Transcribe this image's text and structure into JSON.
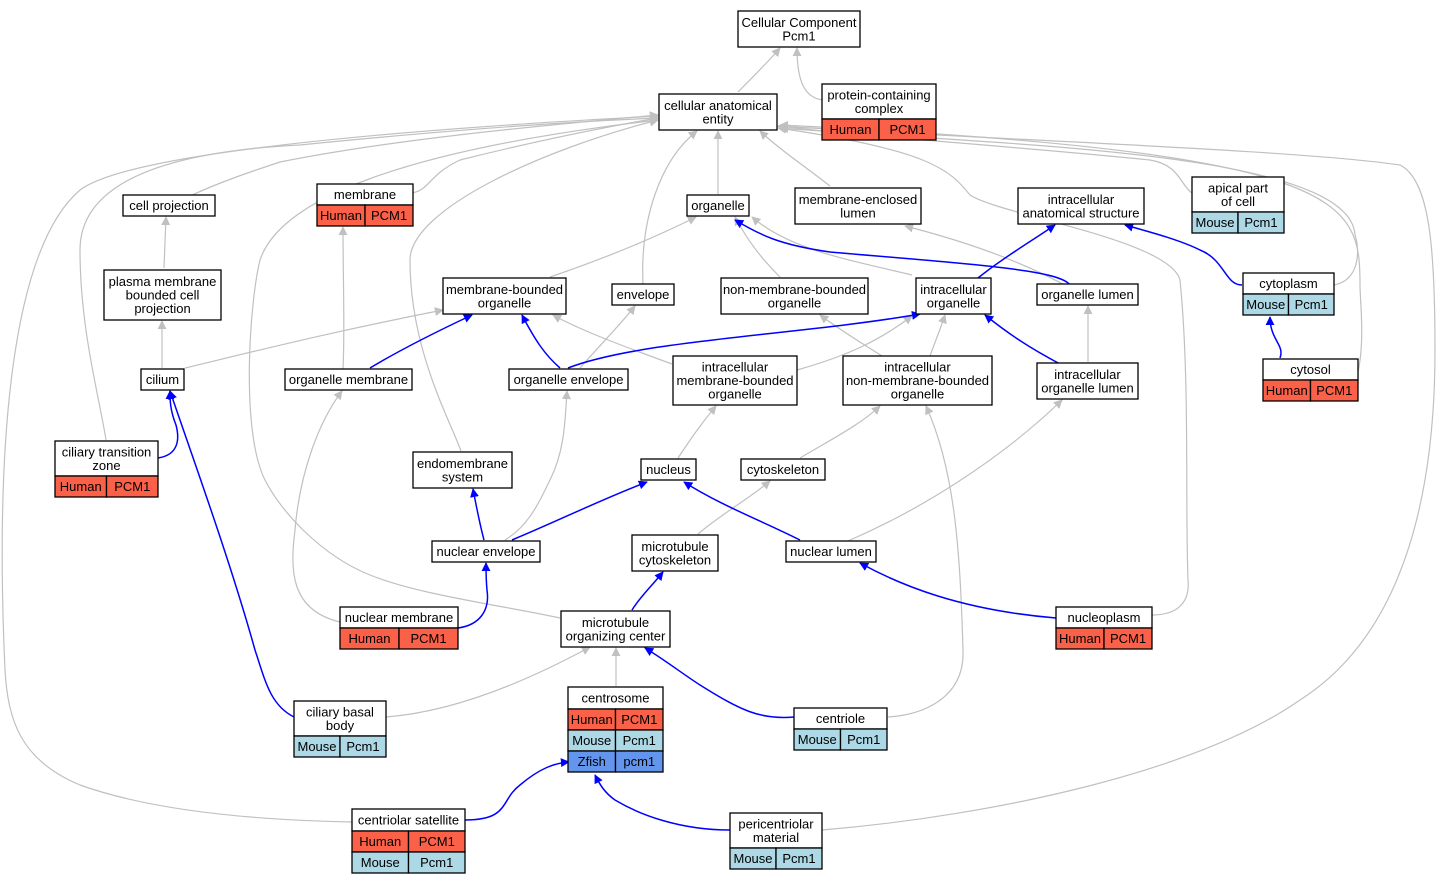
{
  "colors": {
    "human": "#fa6148",
    "mouse": "#add8e6",
    "zfish": "#6495ed",
    "edge_blue": "#0000ff",
    "edge_gray": "#c0c0c0"
  },
  "nodes": [
    {
      "id": "cc",
      "lines": [
        "Cellular Component",
        "Pcm1"
      ],
      "orth": []
    },
    {
      "id": "cae",
      "lines": [
        "cellular anatomical",
        "entity"
      ],
      "orth": []
    },
    {
      "id": "pcc",
      "lines": [
        "protein-containing",
        "complex"
      ],
      "orth": [
        {
          "sp": "Human",
          "gene": "PCM1"
        }
      ]
    },
    {
      "id": "cp",
      "lines": [
        "cell projection"
      ],
      "orth": []
    },
    {
      "id": "mem",
      "lines": [
        "membrane"
      ],
      "orth": [
        {
          "sp": "Human",
          "gene": "PCM1"
        }
      ]
    },
    {
      "id": "org",
      "lines": [
        "organelle"
      ],
      "orth": []
    },
    {
      "id": "mel",
      "lines": [
        "membrane-enclosed",
        "lumen"
      ],
      "orth": []
    },
    {
      "id": "ias",
      "lines": [
        "intracellular",
        "anatomical structure"
      ],
      "orth": []
    },
    {
      "id": "apc",
      "lines": [
        "apical part",
        "of cell"
      ],
      "orth": [
        {
          "sp": "Mouse",
          "gene": "Pcm1"
        }
      ]
    },
    {
      "id": "pmbcp",
      "lines": [
        "plasma membrane",
        "bounded cell",
        "projection"
      ],
      "orth": []
    },
    {
      "id": "mbo",
      "lines": [
        "membrane-bounded",
        "organelle"
      ],
      "orth": []
    },
    {
      "id": "env",
      "lines": [
        "envelope"
      ],
      "orth": []
    },
    {
      "id": "nmbo",
      "lines": [
        "non-membrane-bounded",
        "organelle"
      ],
      "orth": []
    },
    {
      "id": "io",
      "lines": [
        "intracellular",
        "organelle"
      ],
      "orth": []
    },
    {
      "id": "ol",
      "lines": [
        "organelle lumen"
      ],
      "orth": []
    },
    {
      "id": "cyto",
      "lines": [
        "cytoplasm"
      ],
      "orth": [
        {
          "sp": "Mouse",
          "gene": "Pcm1"
        }
      ]
    },
    {
      "id": "cil",
      "lines": [
        "cilium"
      ],
      "orth": []
    },
    {
      "id": "om",
      "lines": [
        "organelle membrane"
      ],
      "orth": []
    },
    {
      "id": "oe",
      "lines": [
        "organelle envelope"
      ],
      "orth": []
    },
    {
      "id": "imbo",
      "lines": [
        "intracellular",
        "membrane-bounded",
        "organelle"
      ],
      "orth": []
    },
    {
      "id": "inmbo",
      "lines": [
        "intracellular",
        "non-membrane-bounded",
        "organelle"
      ],
      "orth": []
    },
    {
      "id": "iol",
      "lines": [
        "intracellular",
        "organelle lumen"
      ],
      "orth": []
    },
    {
      "id": "cytosol",
      "lines": [
        "cytosol"
      ],
      "orth": [
        {
          "sp": "Human",
          "gene": "PCM1"
        }
      ]
    },
    {
      "id": "ctz",
      "lines": [
        "ciliary transition",
        "zone"
      ],
      "orth": [
        {
          "sp": "Human",
          "gene": "PCM1"
        }
      ]
    },
    {
      "id": "ems",
      "lines": [
        "endomembrane",
        "system"
      ],
      "orth": []
    },
    {
      "id": "nuc",
      "lines": [
        "nucleus"
      ],
      "orth": []
    },
    {
      "id": "csk",
      "lines": [
        "cytoskeleton"
      ],
      "orth": []
    },
    {
      "id": "ne",
      "lines": [
        "nuclear envelope"
      ],
      "orth": []
    },
    {
      "id": "mtc",
      "lines": [
        "microtubule",
        "cytoskeleton"
      ],
      "orth": []
    },
    {
      "id": "nl",
      "lines": [
        "nuclear lumen"
      ],
      "orth": []
    },
    {
      "id": "nm",
      "lines": [
        "nuclear membrane"
      ],
      "orth": [
        {
          "sp": "Human",
          "gene": "PCM1"
        }
      ]
    },
    {
      "id": "mtoc",
      "lines": [
        "microtubule",
        "organizing center"
      ],
      "orth": []
    },
    {
      "id": "np",
      "lines": [
        "nucleoplasm"
      ],
      "orth": [
        {
          "sp": "Human",
          "gene": "PCM1"
        }
      ]
    },
    {
      "id": "cbb",
      "lines": [
        "ciliary basal",
        "body"
      ],
      "orth": [
        {
          "sp": "Mouse",
          "gene": "Pcm1"
        }
      ]
    },
    {
      "id": "cs",
      "lines": [
        "centrosome"
      ],
      "orth": [
        {
          "sp": "Human",
          "gene": "PCM1"
        },
        {
          "sp": "Mouse",
          "gene": "Pcm1"
        },
        {
          "sp": "Zfish",
          "gene": "pcm1"
        }
      ]
    },
    {
      "id": "cent",
      "lines": [
        "centriole"
      ],
      "orth": [
        {
          "sp": "Mouse",
          "gene": "Pcm1"
        }
      ]
    },
    {
      "id": "csat",
      "lines": [
        "centriolar satellite"
      ],
      "orth": [
        {
          "sp": "Human",
          "gene": "PCM1"
        },
        {
          "sp": "Mouse",
          "gene": "Pcm1"
        }
      ]
    },
    {
      "id": "pcm",
      "lines": [
        "pericentriolar",
        "material"
      ],
      "orth": [
        {
          "sp": "Mouse",
          "gene": "Pcm1"
        }
      ]
    }
  ]
}
